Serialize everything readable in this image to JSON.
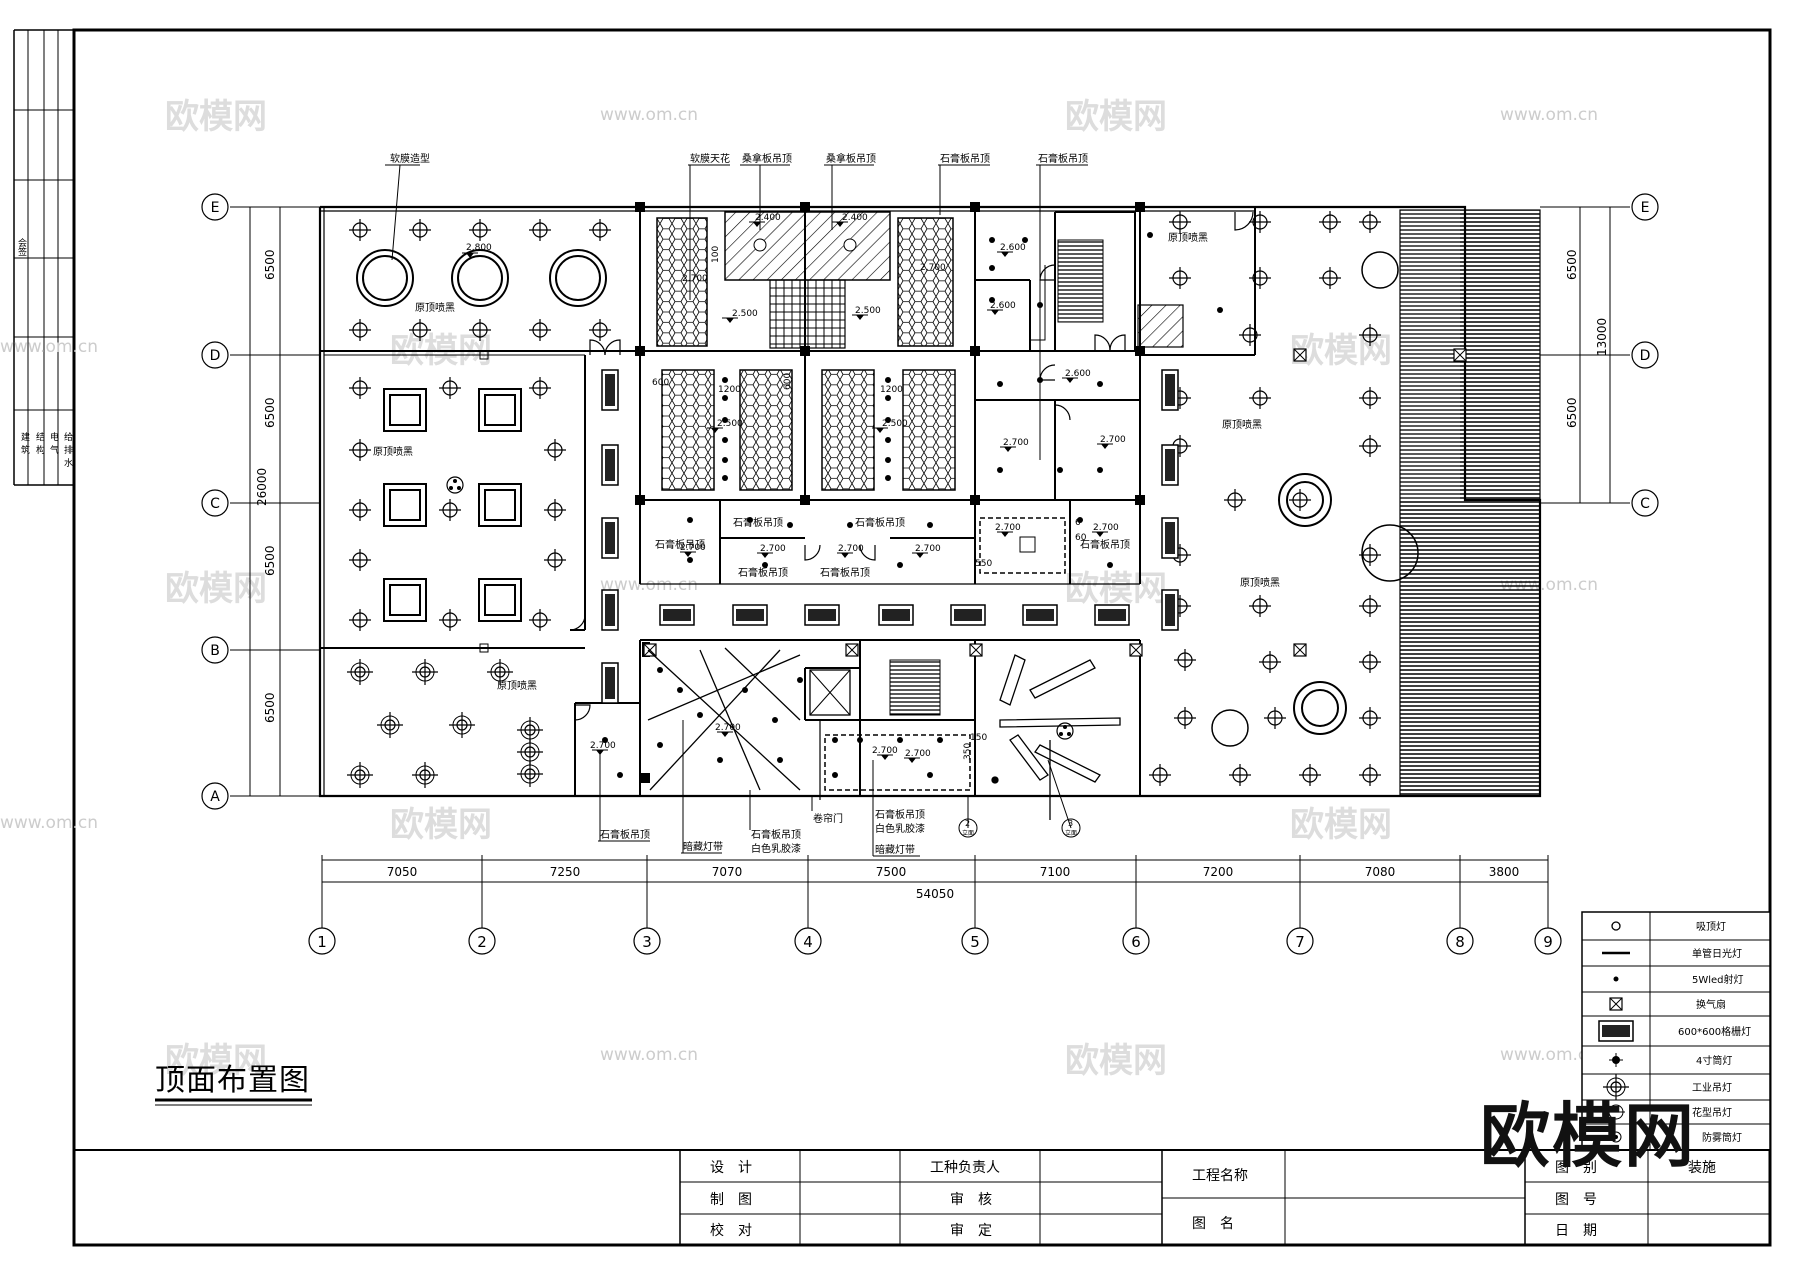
{
  "drawing_title": "顶面布置图",
  "watermark": {
    "brand": "欧模网",
    "url": "www.om.cn"
  },
  "axes": {
    "cols": [
      "1",
      "2",
      "3",
      "4",
      "5",
      "6",
      "7",
      "8",
      "9"
    ],
    "rows": [
      "A",
      "B",
      "C",
      "D",
      "E"
    ],
    "bottom_dims": [
      "7050",
      "7250",
      "7070",
      "7500",
      "7100",
      "7200",
      "7080",
      "3800"
    ],
    "bottom_total": "54050",
    "left_dims": [
      "6500",
      "6500",
      "6500",
      "6500"
    ],
    "left_total": "26000",
    "right_dims": [
      "6500",
      "6500"
    ],
    "right_total": "13000"
  },
  "callouts": {
    "ruanmo_zaoxing": "软膜造型",
    "ruanmo_tianhua": "软膜天花",
    "sangna1": "桑拿板吊顶",
    "sangna2": "桑拿板吊顶",
    "shigao_top1": "石膏板吊顶",
    "shigao_top2": "石膏板吊顶",
    "shigao_bottom": "石膏板吊顶",
    "andai1": "暗藏灯带",
    "shigao_bai1": "石膏板吊顶",
    "bai1": "白色乳胶漆",
    "juanlianmen": "卷帘门",
    "shigao_bai2": "石膏板吊顶",
    "bai2": "白色乳胶漆",
    "andai2": "暗藏灯带"
  },
  "room_labels": {
    "r1": "原顶喷黑",
    "r2": "原顶喷黑",
    "r3": "原顶喷黑",
    "r4": "原顶喷黑",
    "r5": "原顶喷黑",
    "r6": "原顶喷黑",
    "s1": "石膏板吊顶",
    "s2": "石膏板吊顶",
    "s3": "石膏板吊顶",
    "s4": "石膏板吊顶",
    "s5": "石膏板吊顶",
    "s6": "石膏板吊顶"
  },
  "heights": {
    "h2800": "2.800",
    "h2400a": "2.400",
    "h2400b": "2.400",
    "h2500a": "2.500",
    "h2500b": "2.500",
    "h2500c": "2.500",
    "h2500d": "2.500",
    "h2700a": "2.700",
    "h2700b": "2.700",
    "h2600a": "2.600",
    "h2600b": "2.600",
    "h2600c": "2.600",
    "h2700c": "2.700",
    "h2700d": "2.700",
    "h2700e": "2.700",
    "h2700f": "2.700",
    "h2700g": "2.700",
    "h2700h": "2.700",
    "h2700i": "2.700",
    "h2700j": "2.700",
    "h2700k": "2.700",
    "h2700l": "2.700",
    "h2700m": "2.700",
    "h2700n": "2.700",
    "d600a": "600",
    "d600b": "600",
    "d1200a": "1200",
    "d1200b": "1200",
    "d100": "100",
    "d150": "150",
    "d350": "350",
    "d550": "550",
    "d6": "6",
    "d60": "60"
  },
  "section_marks": {
    "m2": "2",
    "m3": "3",
    "sub": "立面"
  },
  "side_strip": {
    "a": "会签",
    "b": "建",
    "c": "筑",
    "d": "结",
    "e": "构",
    "f": "电",
    "g": "气",
    "h": "给",
    "i": "排",
    "j": "水"
  },
  "legend": [
    {
      "sym": "circle",
      "label": "吸顶灯"
    },
    {
      "sym": "line",
      "label": "单管日光灯"
    },
    {
      "sym": "dot",
      "label": "5Wled射灯"
    },
    {
      "sym": "fan",
      "label": "换气扇"
    },
    {
      "sym": "grid",
      "label": "600*600格栅灯"
    },
    {
      "sym": "downlight",
      "label": "4寸筒灯"
    },
    {
      "sym": "industrial",
      "label": "工业吊灯"
    },
    {
      "sym": "flower",
      "label": "花型吊灯"
    },
    {
      "sym": "fog",
      "label": "防雾筒灯"
    }
  ],
  "title_block": {
    "sheji": "设　计",
    "zhitu": "制　图",
    "jiaodui": "校　对",
    "gongzhong": "工种负责人",
    "shenhe": "审　核",
    "shending": "审　定",
    "gongcheng": "工程名称",
    "tuming": "图　名",
    "tubie": "图　别",
    "tubie_val": "装施",
    "tuhao": "图　号",
    "riqi": "日　期"
  }
}
